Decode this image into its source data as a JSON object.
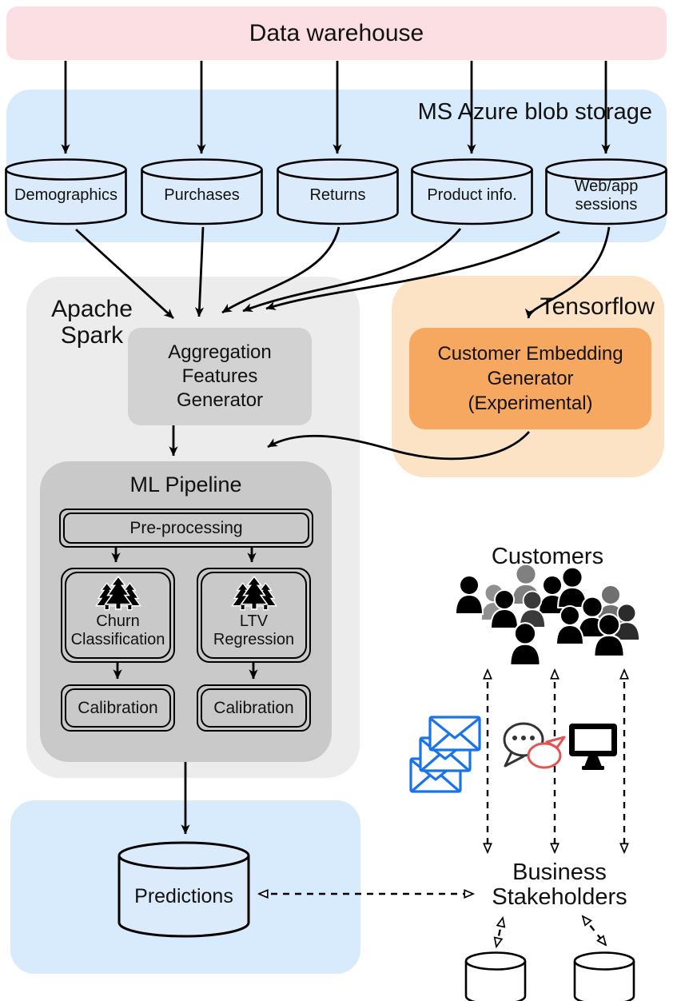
{
  "warehouse": {
    "label": "Data warehouse"
  },
  "azure": {
    "label": "MS Azure blob storage",
    "cylinders": [
      "Demographics",
      "Purchases",
      "Returns",
      "Product info.",
      "Web/app sessions"
    ]
  },
  "spark": {
    "label": "Apache Spark",
    "aggregation_label": "Aggregation Features Generator",
    "ml_pipeline": {
      "title": "ML Pipeline",
      "preprocessing": "Pre-processing",
      "churn": "Churn Classification",
      "ltv": "LTV Regression",
      "calibration_left": "Calibration",
      "calibration_right": "Calibration"
    }
  },
  "tensorflow": {
    "label": "Tensorflow",
    "embedding_label": "Customer Embedding Generator (Experimental)"
  },
  "predictions": {
    "label": "Predictions"
  },
  "customers": {
    "label": "Customers"
  },
  "stakeholders": {
    "label": "Business Stakeholders"
  },
  "icons": {
    "database": "database-cylinder-icon",
    "random_forest": "pine-trees-icon",
    "customers_crowd": "customers-crowd-icon",
    "email": "mail-stack-icon",
    "chat": "chat-bubbles-icon",
    "dashboard": "monitor-icon"
  },
  "colors": {
    "pink": "#fbdfe2",
    "azure_blue": "#d8ebfc",
    "cylinder_blue": "#dcebfb",
    "spark_gray": "#ececec",
    "box_gray": "#d2d2d2",
    "ml_gray": "#c9c9c9",
    "tf_light": "#fce3c5",
    "tf_orange": "#f7a860",
    "mail_blue": "#1a73e8",
    "chat_red": "#e05555",
    "line_black": "#000000"
  }
}
